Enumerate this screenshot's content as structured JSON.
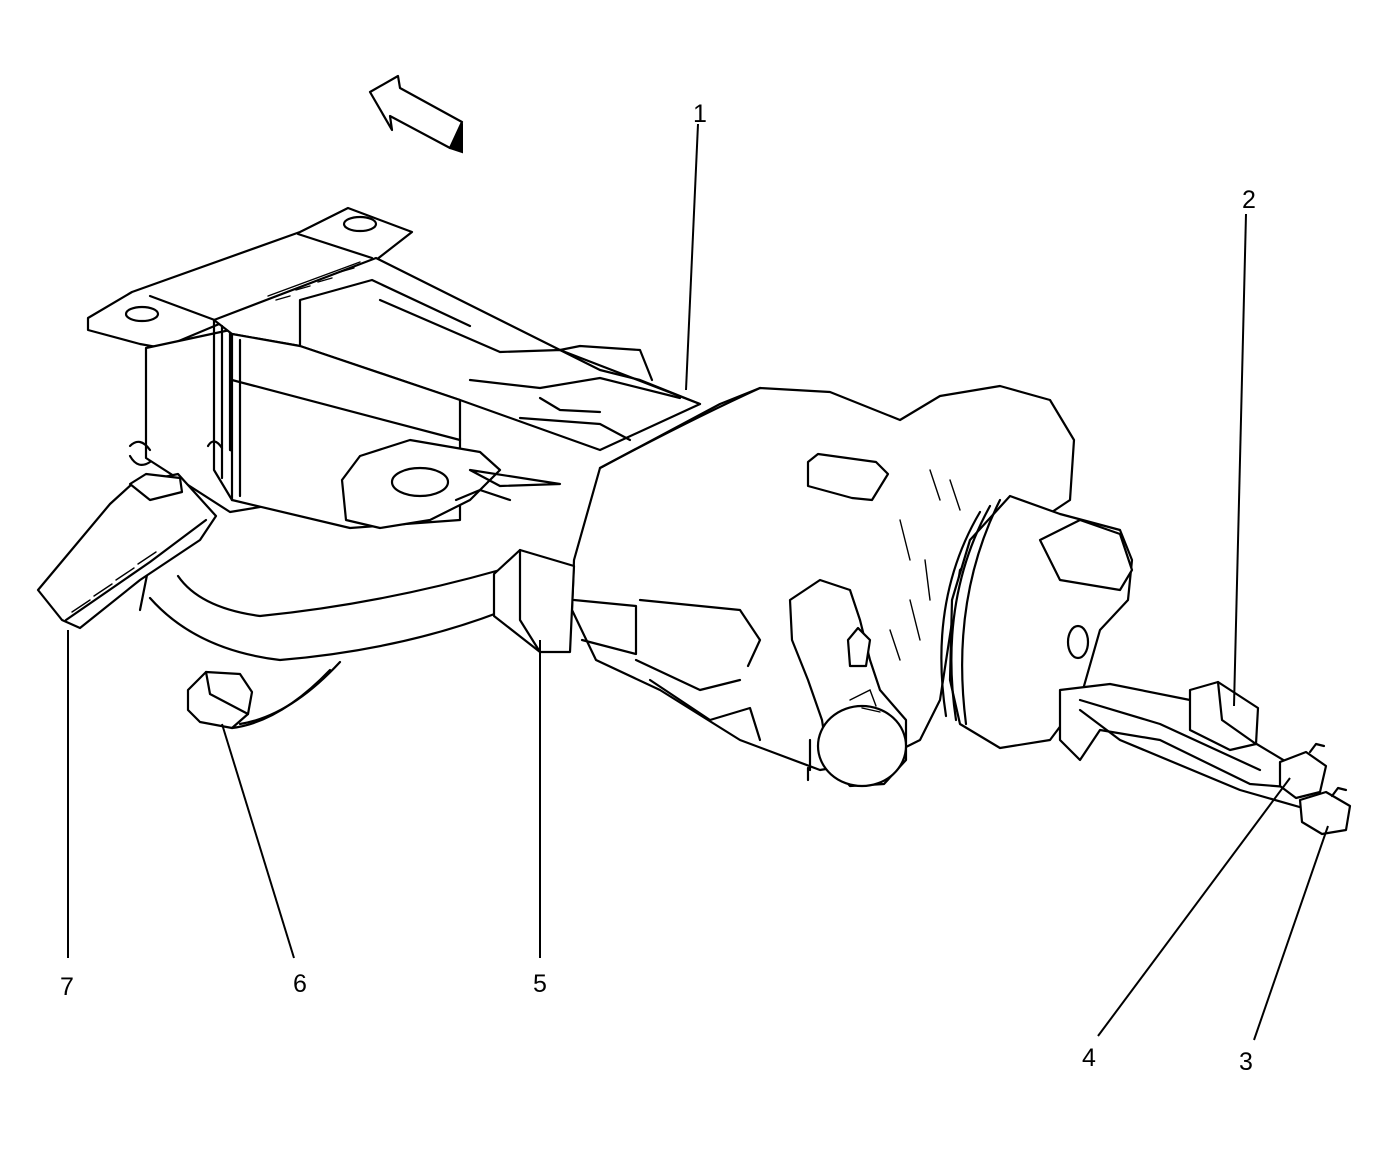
{
  "callouts": [
    {
      "id": "1",
      "label": "1"
    },
    {
      "id": "2",
      "label": "2"
    },
    {
      "id": "3",
      "label": "3"
    },
    {
      "id": "4",
      "label": "4"
    },
    {
      "id": "5",
      "label": "5"
    },
    {
      "id": "6",
      "label": "6"
    },
    {
      "id": "7",
      "label": "7"
    }
  ],
  "icons": {
    "direction_arrow": "forward-arrow-icon"
  }
}
